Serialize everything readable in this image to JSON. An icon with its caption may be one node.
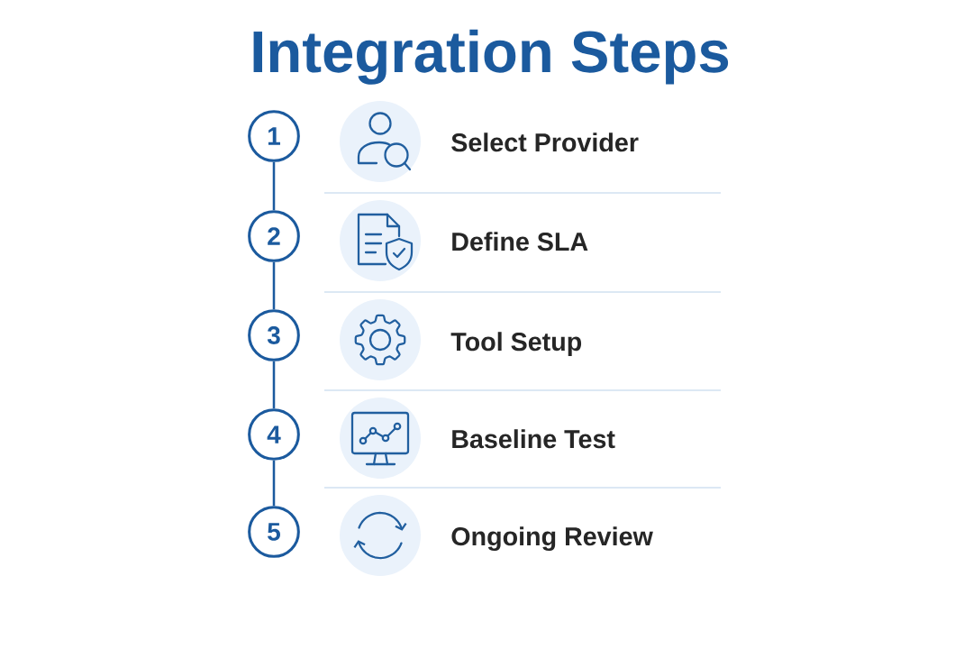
{
  "diagram": {
    "title": "Integration Steps",
    "nodes": [
      {
        "text": [
          "1"
        ]
      },
      {
        "text": [
          "2"
        ]
      },
      {
        "text": [
          "3"
        ]
      },
      {
        "text": [
          "4"
        ]
      },
      {
        "text": [
          "5"
        ]
      }
    ],
    "edges": [
      {
        "from": 0,
        "to": 1,
        "arrow": "none"
      },
      {
        "from": 1,
        "to": 2,
        "arrow": "none"
      },
      {
        "from": 2,
        "to": 3,
        "arrow": "none"
      },
      {
        "from": 3,
        "to": 4,
        "arrow": "none"
      }
    ],
    "labels": [
      "Select Provider",
      "Define SLA",
      "Tool Setup",
      "Baseline Test",
      "Ongoing Review"
    ]
  }
}
